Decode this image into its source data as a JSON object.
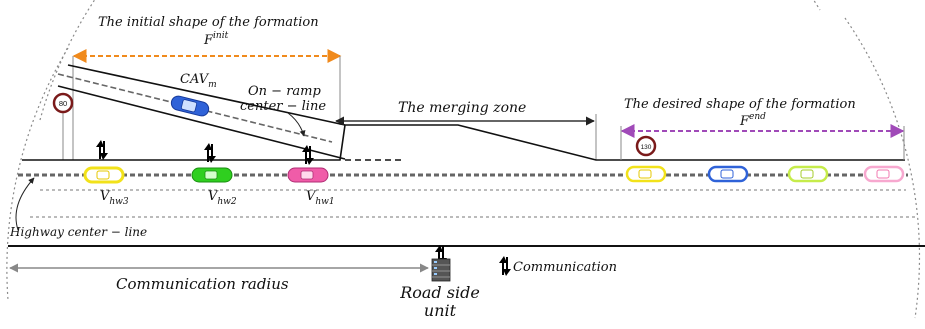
{
  "formation_initial": {
    "caption": "The initial shape of the formation",
    "symbol": "F",
    "superscript": "init"
  },
  "formation_desired": {
    "caption": "The desired shape of the formation",
    "symbol": "F",
    "superscript": "end"
  },
  "cav": {
    "symbol": "CAV",
    "subscript": "m"
  },
  "on_ramp_label": {
    "line1": "On − ramp",
    "line2": "center − line"
  },
  "merging_zone": "The merging zone",
  "speed_signs": {
    "ramp": "80",
    "highway": "130"
  },
  "highway_vehicles": [
    {
      "symbol": "V",
      "subscript": "hw3"
    },
    {
      "symbol": "V",
      "subscript": "hw2"
    },
    {
      "symbol": "V",
      "subscript": "hw1"
    }
  ],
  "highway_center_line": "Highway center − line",
  "communication_radius": "Communication radius",
  "communication_legend": "Communication",
  "road_side_unit": {
    "line1": "Road side",
    "line2": "unit"
  },
  "colors": {
    "initial_arrow": "#f08a1c",
    "desired_arrow": "#a04ab8",
    "vehicle_yellow": "#f2e21a",
    "vehicle_green": "#2fcf1f",
    "vehicle_pink": "#f05ca8",
    "vehicle_blue": "#2f62d8",
    "vehicle_lime": "#c6ec4a",
    "vehicle_light_pink": "#f7a8cf",
    "road": "#111111",
    "lane_dashes": "#666666"
  }
}
